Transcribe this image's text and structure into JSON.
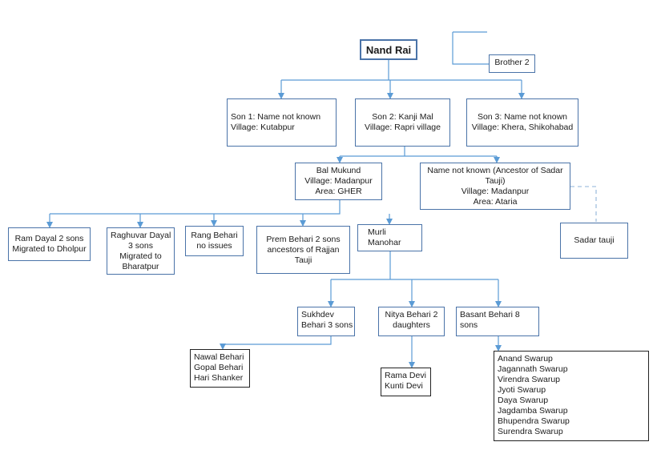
{
  "colors": {
    "box_border": "#4a73a8",
    "connector": "#5b9bd5",
    "text": "#1b1b1b",
    "plain_border": "#222222"
  },
  "nodes": {
    "nand_rai": {
      "lines": [
        "Nand Rai"
      ]
    },
    "brother_2": {
      "lines": [
        "Brother 2"
      ]
    },
    "son_1": {
      "lines": [
        "Son 1: Name not known",
        "Village: Kutabpur"
      ]
    },
    "son_2": {
      "lines": [
        "Son 2: Kanji Mal",
        "Village: Rapri village"
      ]
    },
    "son_3": {
      "lines": [
        "Son 3: Name not known",
        "Village: Khera, Shikohabad"
      ]
    },
    "bal_mukund": {
      "lines": [
        "Bal Mukund",
        "Village: Madanpur",
        "Area: GHER"
      ]
    },
    "name_not_known": {
      "lines": [
        "Name not known (Ancestor of Sadar",
        "Tauji)",
        "Village: Madanpur",
        "Area: Ataria"
      ]
    },
    "ram_dayal": {
      "lines": [
        "Ram Dayal 2 sons",
        "Migrated to Dholpur"
      ]
    },
    "raghuvar_dayal": {
      "lines": [
        "Raghuvar Dayal",
        "3 sons",
        "Migrated to",
        "Bharatpur"
      ]
    },
    "rang_behari": {
      "lines": [
        "Rang Behari",
        "no issues"
      ]
    },
    "prem_behari": {
      "lines": [
        "Prem Behari 2 sons",
        "ancestors of Rajjan",
        "Tauji"
      ]
    },
    "murli_manohar": {
      "lines": [
        "Murli",
        "Manohar"
      ]
    },
    "sadar_tauji": {
      "lines": [
        "Sadar tauji"
      ]
    },
    "sukhdev": {
      "lines": [
        "Sukhdev",
        "Behari 3 sons"
      ]
    },
    "nitya_behari": {
      "lines": [
        "Nitya Behari 2",
        "daughters"
      ]
    },
    "basant_behari": {
      "lines": [
        "Basant Behari 8",
        "sons"
      ]
    },
    "sukhdev_sons": {
      "lines": [
        "Nawal Behari",
        "Gopal Behari",
        "Hari Shanker"
      ]
    },
    "nitya_daughters": {
      "lines": [
        "Rama Devi",
        "Kunti Devi"
      ]
    },
    "basant_sons": {
      "lines": [
        "Anand Swarup",
        "Jagannath Swarup",
        "Virendra Swarup",
        "Jyoti Swarup",
        "Daya Swarup",
        "Jagdamba Swarup",
        "Bhupendra Swarup",
        "Surendra Swarup"
      ]
    }
  }
}
